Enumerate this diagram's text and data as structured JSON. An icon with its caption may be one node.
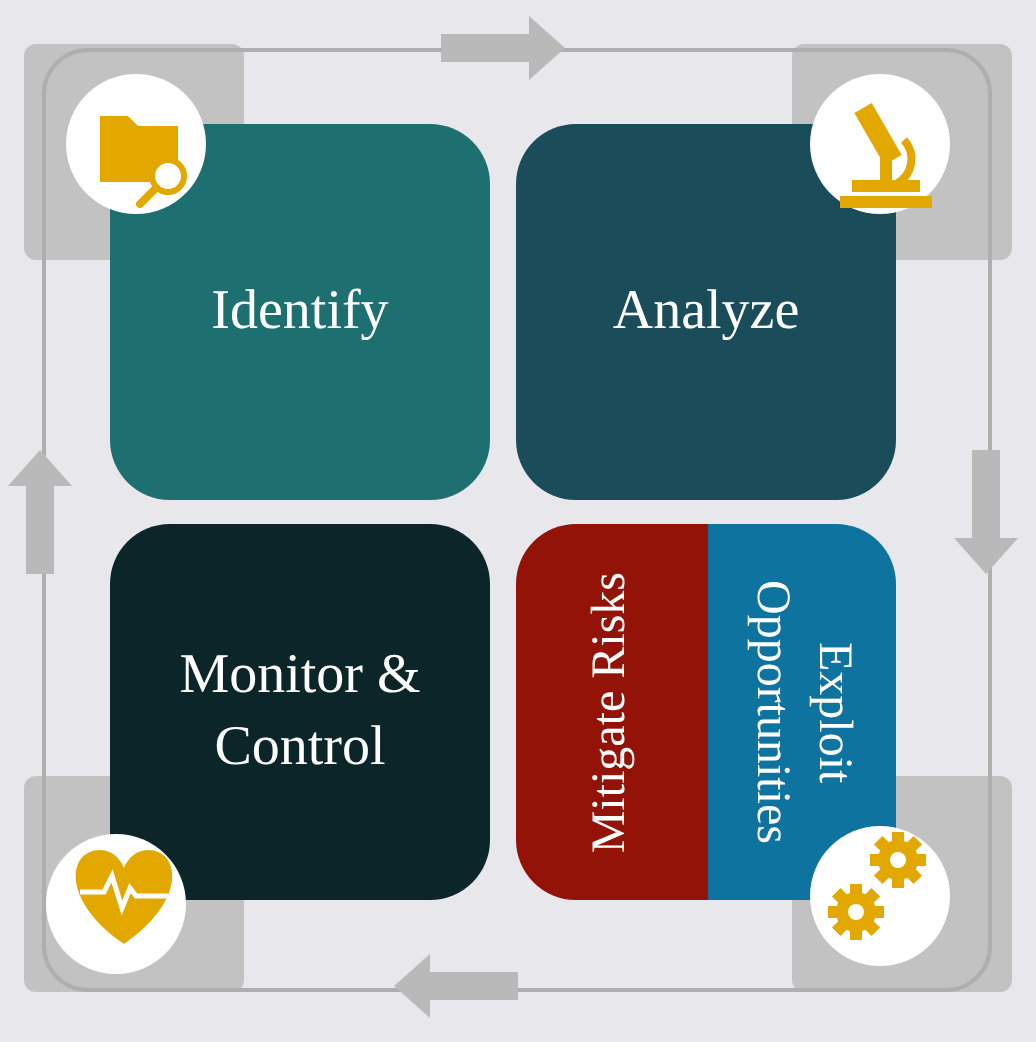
{
  "diagram": {
    "nodes": [
      {
        "text": [
          "Identify"
        ]
      },
      {
        "text": [
          "Analyze"
        ]
      },
      {
        "text": [
          "Mitigate Risks"
        ]
      },
      {
        "text": [
          "Exploit Opportunities"
        ]
      },
      {
        "text": [
          "Monitor & Control"
        ]
      }
    ],
    "edges": [
      {
        "from": 0,
        "to": 1,
        "arrow": "to"
      },
      {
        "from": 1,
        "to": 3,
        "arrow": "to"
      },
      {
        "from": 2,
        "to": 4,
        "arrow": "to"
      },
      {
        "from": 4,
        "to": 0,
        "arrow": "to"
      }
    ]
  }
}
